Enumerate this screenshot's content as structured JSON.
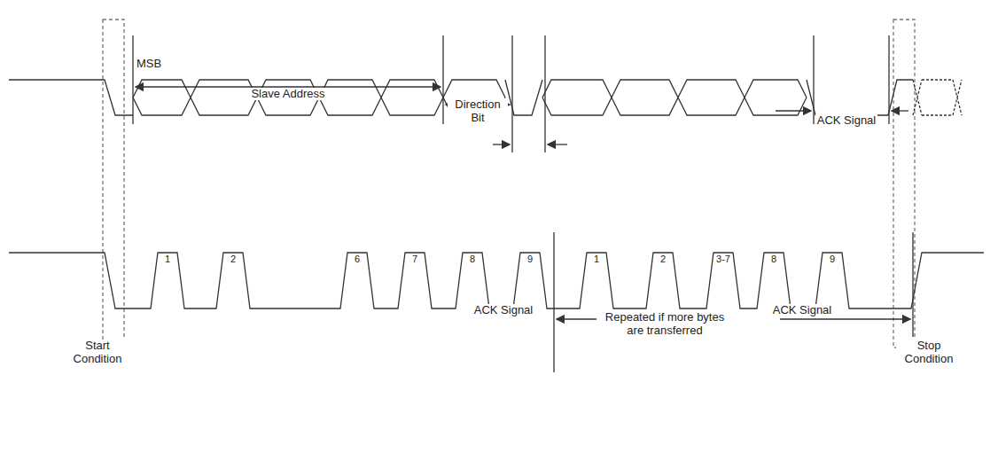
{
  "diagram": {
    "labels": [
      "MSB",
      "Slave Address",
      "Direction Bit",
      "ACK Signal",
      "Start Condition",
      "1",
      "2",
      "6",
      "7",
      "8",
      "9",
      "1",
      "2",
      "3-7",
      "8",
      "9",
      "ACK Signal",
      "Repeated if more bytes are transferred",
      "ACK Signal",
      "Stop Condition"
    ]
  }
}
